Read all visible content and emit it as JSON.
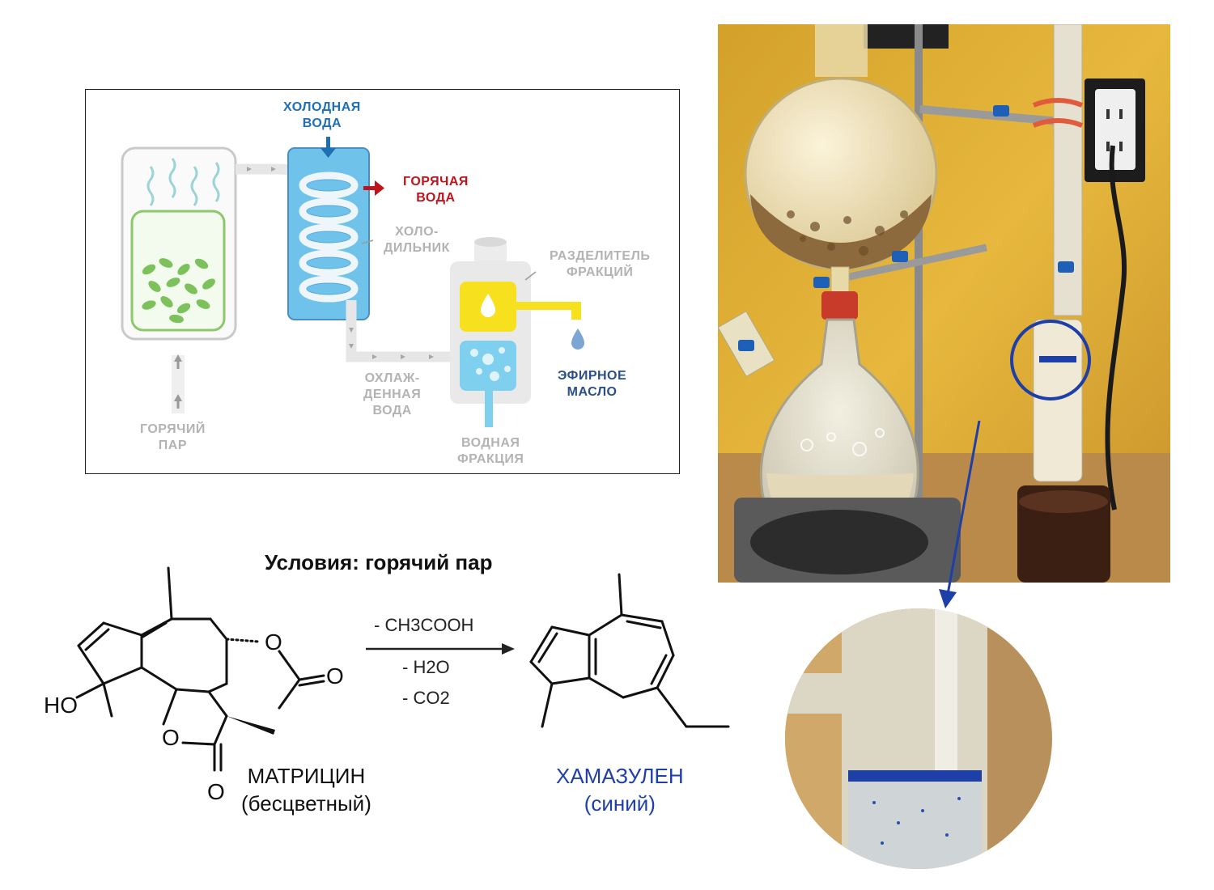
{
  "diagram": {
    "cold_water": [
      "ХОЛОДНАЯ",
      "ВОДА"
    ],
    "hot_water": [
      "ГОРЯЧАЯ",
      "ВОДА"
    ],
    "condenser": [
      "ХОЛО-",
      "ДИЛЬНИК"
    ],
    "separator": [
      "РАЗДЕЛИТЕЛЬ",
      "ФРАКЦИЙ"
    ],
    "essential_oil": [
      "ЭФИРНОЕ",
      "МАСЛО"
    ],
    "cooled_water": [
      "ОХЛАЖ-",
      "ДЕННАЯ",
      "ВОДА"
    ],
    "water_fraction": [
      "ВОДНАЯ",
      "ФРАКЦИЯ"
    ],
    "hot_steam": [
      "ГОРЯЧИЙ",
      "ПАР"
    ]
  },
  "reaction": {
    "conditions": "Условия: горячий пар",
    "reagent_1": "- CH3COOH",
    "reagent_2": "- H2O",
    "reagent_3": "- CO2",
    "atom_ho": "HO",
    "atom_o1": "O",
    "atom_o2": "O",
    "atom_o3": "O",
    "reactant_name": "МАТРИЦИН",
    "reactant_note": "(бесцветный)",
    "product_name": "ХАМАЗУЛЕН",
    "product_note": "(синий)"
  },
  "colors": {
    "accent_blue": "#1f3fa8",
    "condenser_blue": "#6fc3ea",
    "oil_yellow": "#f7e11f",
    "leaf_green": "#7cc15b",
    "hot_red": "#c0141c"
  }
}
